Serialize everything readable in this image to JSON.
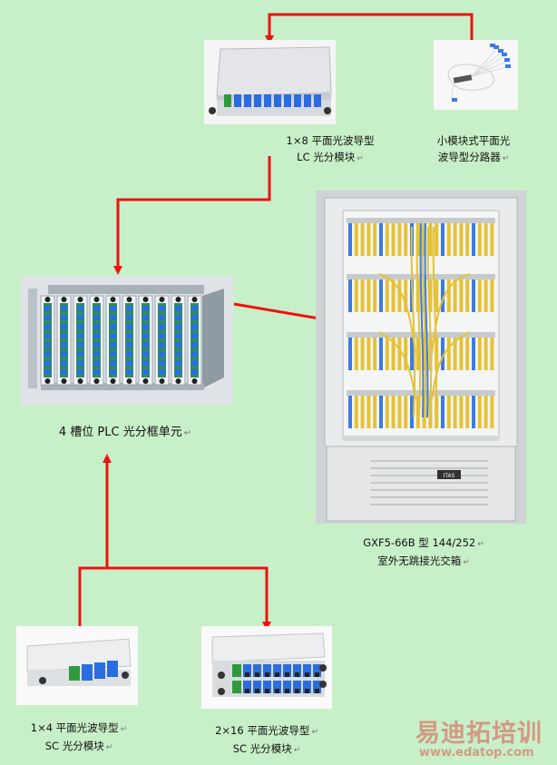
{
  "labels": {
    "lc_module": [
      "1×8  平面光波导型",
      "LC 光分模块"
    ],
    "mini_module": [
      "小模块式平面光",
      "波导型分路器"
    ],
    "frame_unit": [
      "4 槽位 PLC 光分框单元"
    ],
    "cabinet": [
      "GXF5-66B 型 144/252",
      "室外无跳接光交箱"
    ],
    "sc_1x4": [
      "1×4 平面光波导型",
      "SC 光分模块"
    ],
    "sc_2x16": [
      "2×16 平面光波导型",
      "SC 光分模块"
    ]
  },
  "para_mark": "↵",
  "cabinet_badge": "ITAS",
  "watermark": {
    "brand": "易迪拓培训",
    "url": "www.edatop.com"
  },
  "colors": {
    "background": "#c8f0c8",
    "arrow": "#ee1111",
    "port_blue": "#2a6de0",
    "module_green": "#2f8f5a"
  }
}
